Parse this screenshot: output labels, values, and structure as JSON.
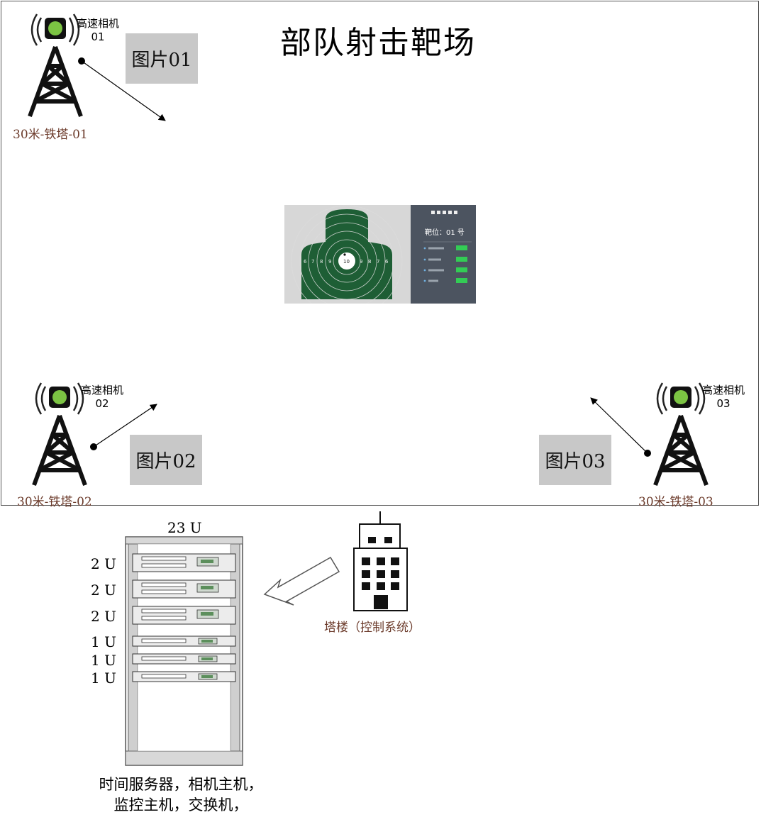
{
  "title": "部队射击靶场",
  "cameras": [
    {
      "name": "高速相机",
      "num": "01",
      "tower": "30米-铁塔-01",
      "photo": "图片01"
    },
    {
      "name": "高速相机",
      "num": "02",
      "tower": "30米-铁塔-02",
      "photo": "图片02"
    },
    {
      "name": "高速相机",
      "num": "03",
      "tower": "30米-铁塔-03",
      "photo": "图片03"
    }
  ],
  "target": {
    "position_label": "靶位：01 号",
    "rings_left": [
      "6",
      "7",
      "8",
      "9"
    ],
    "center": "10",
    "rings_right": [
      "9",
      "8",
      "7",
      "6"
    ],
    "colors": {
      "target": "#1e5e35",
      "panel": "#4c5460",
      "indicator": "#33cc55"
    }
  },
  "rack": {
    "total": "23 U",
    "units": [
      "2 U",
      "2 U",
      "2 U",
      "1 U",
      "1 U",
      "1 U"
    ],
    "caption_lines": [
      "时间服务器，相机主机，",
      "监控主机，交换机，"
    ]
  },
  "control_tower": {
    "label": "塔楼（控制系统）"
  }
}
